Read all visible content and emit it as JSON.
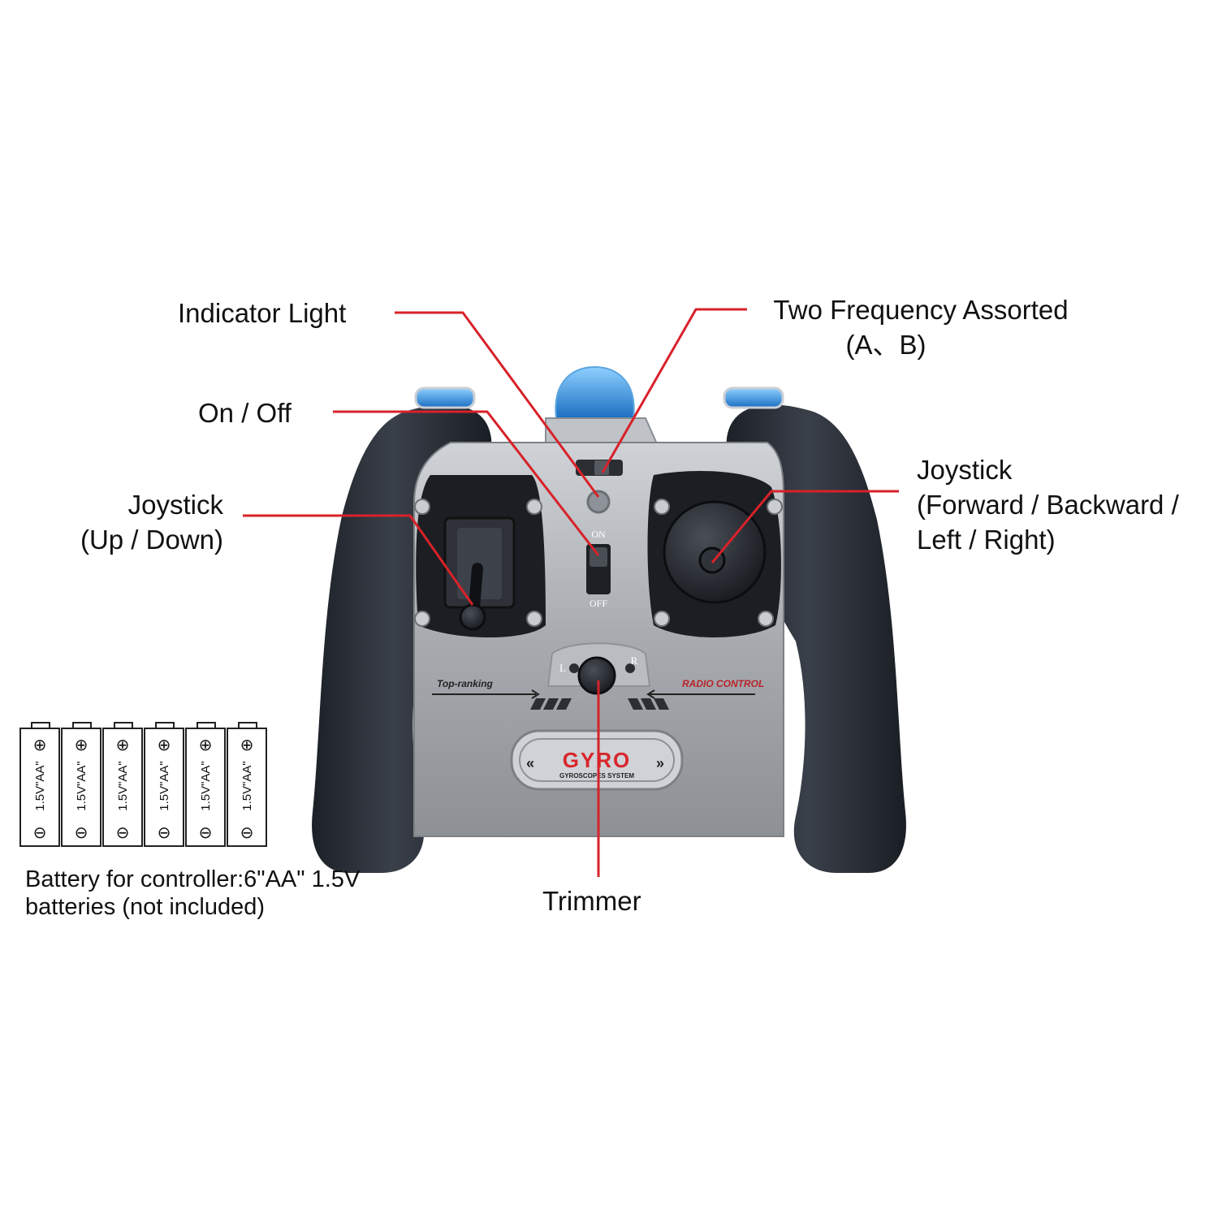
{
  "labels": {
    "indicator_light": "Indicator Light",
    "on_off": "On / Off",
    "joystick_left": [
      "Joystick",
      "(Up / Down)"
    ],
    "two_frequency": [
      "Two Frequency Assorted",
      "(A、B)"
    ],
    "joystick_right": [
      "Joystick",
      "(Forward / Backward /",
      "Left / Right)"
    ],
    "trimmer": "Trimmer"
  },
  "battery": {
    "cell_label": "1.5V\"AA\"",
    "count": 6,
    "caption": [
      "Battery for controller:6\"AA\" 1.5V",
      "batteries (not included)"
    ]
  },
  "controller": {
    "switch_on": "ON",
    "switch_off": "OFF",
    "trim_left": "L",
    "trim_right": "R",
    "panel_left_text": "Top-ranking",
    "panel_right_text": "RADIO CONTROL",
    "badge_title": "GYRO",
    "badge_subtitle": "GYROSCOPES SYSTEM"
  },
  "colors": {
    "leader_line": "#d7222a",
    "grip": "#262b33",
    "body": "#a9adb2",
    "badge_red": "#d8262b",
    "accent_blue": "#1f7fd1"
  }
}
